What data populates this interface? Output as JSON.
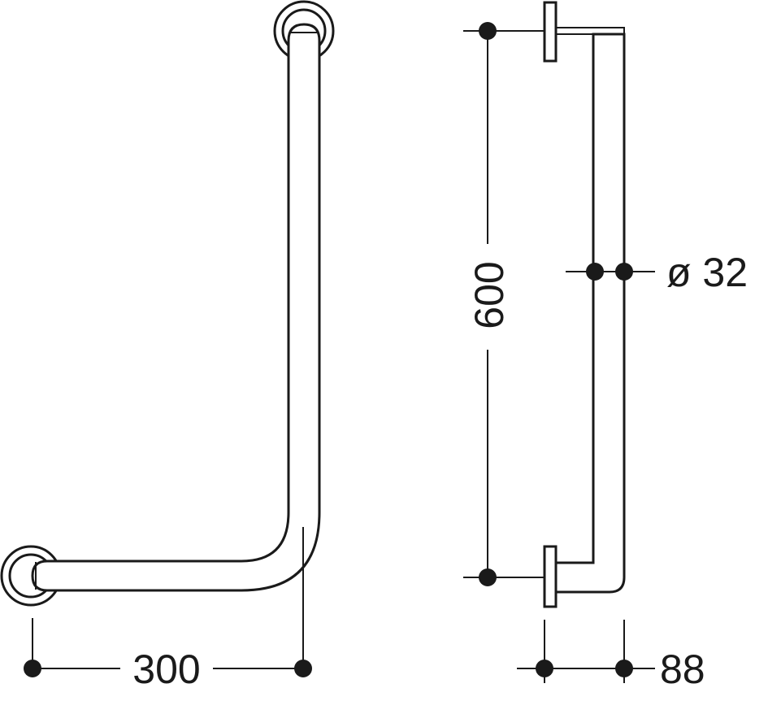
{
  "dimensions": {
    "width_label": "300",
    "height_label": "600",
    "diameter_label": "ø 32",
    "offset_label": "88"
  }
}
